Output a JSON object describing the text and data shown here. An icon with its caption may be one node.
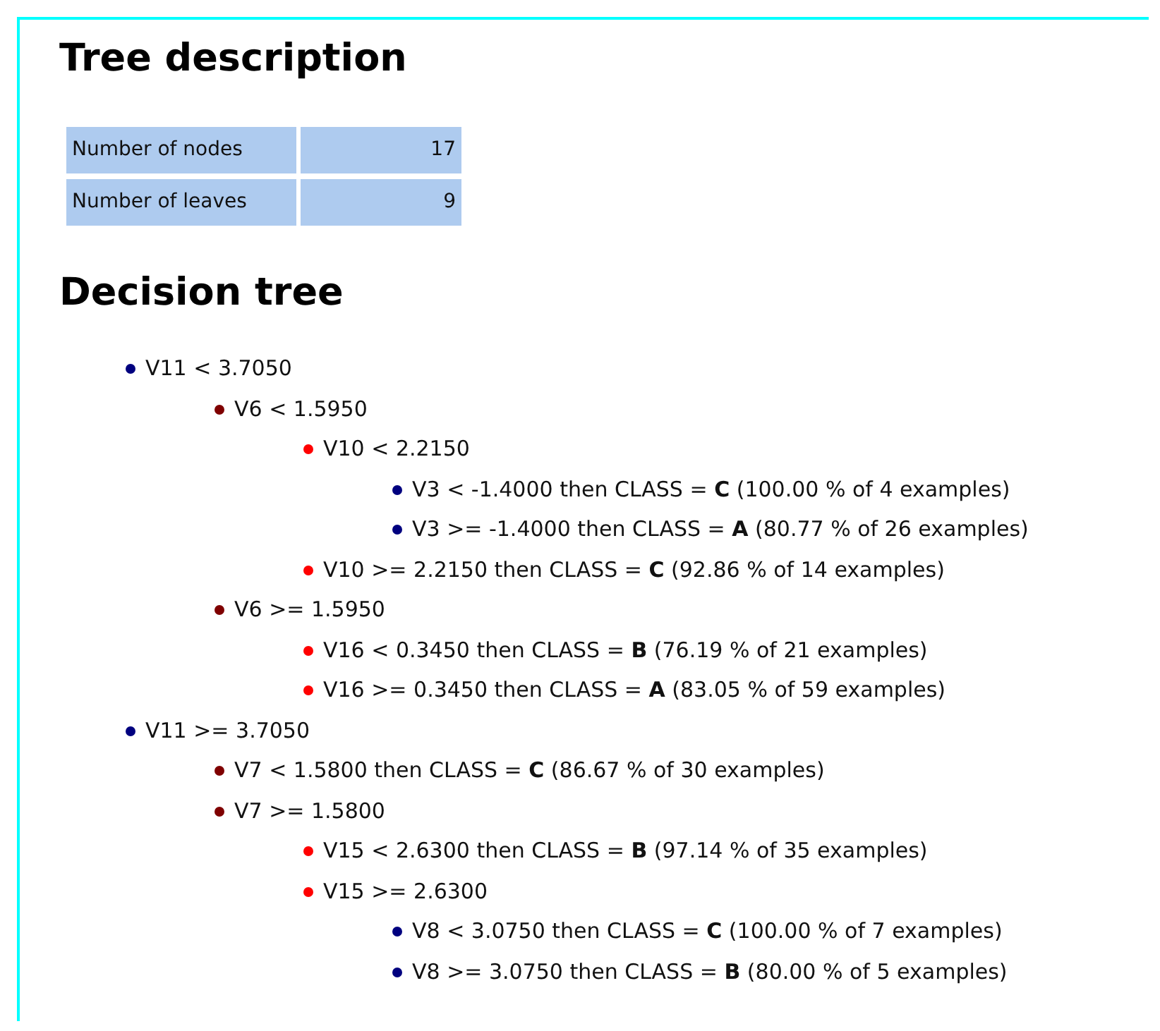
{
  "diagram": {
    "labels": [
      "Tree description",
      "Number of nodes",
      "17",
      "Number of leaves",
      "9",
      "Decision tree",
      "V11 < 3.7050",
      "V6 < 1.5950",
      "V10 < 2.2150",
      "V3 < -1.4000 then CLASS = **C** (100.00 % of 4 examples)",
      "V3 >= -1.4000 then CLASS = **A** (80.77 % of 26 examples)",
      "V10 >= 2.2150 then CLASS = **C** (92.86 % of 14 examples)",
      "V6 >= 1.5950",
      "V16 < 0.3450 then CLASS = **B** (76.19 % of 21 examples)",
      "V16 >= 0.3450 then CLASS = **A** (83.05 % of 59 examples)",
      "V11 >= 3.7050",
      "V7 < 1.5800 then CLASS = **C** (86.67 % of 30 examples)",
      "V7 >= 1.5800",
      "V15 < 2.6300 then CLASS = **B** (97.14 % of 35 examples)",
      "V15 >= 2.6300",
      "V8 < 3.0750 then CLASS = **C** (100.00 % of 7 examples)",
      "V8 >= 3.0750 then CLASS = **B** (80.00 % of 5 examples)"
    ]
  }
}
